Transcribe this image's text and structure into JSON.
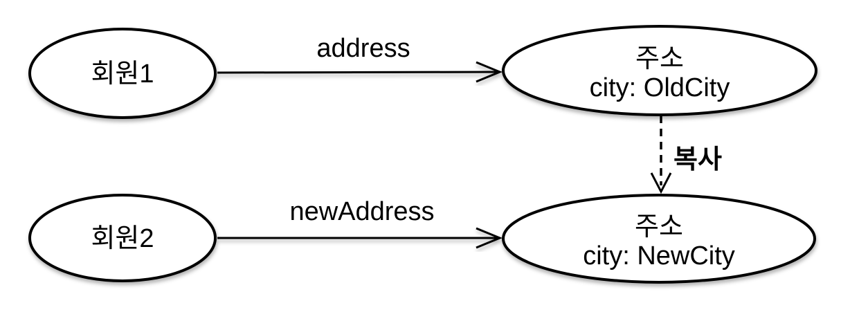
{
  "diagram": {
    "colors": {
      "background": "#ffffff",
      "node_fill": "#ffffff",
      "stroke": "#000000",
      "text": "#000000"
    },
    "nodes": [
      {
        "id": "member1",
        "label": "회원1"
      },
      {
        "id": "member2",
        "label": "회원2"
      },
      {
        "id": "address-old",
        "label_line1": "주소",
        "label_line2": "city: OldCity"
      },
      {
        "id": "address-new",
        "label_line1": "주소",
        "label_line2": "city: NewCity"
      }
    ],
    "edges": [
      {
        "id": "address-edge",
        "label": "address",
        "from": "member1",
        "to": "address-old",
        "style": "solid"
      },
      {
        "id": "new-address-edge",
        "label": "newAddress",
        "from": "member2",
        "to": "address-new",
        "style": "solid"
      },
      {
        "id": "copy-edge",
        "label": "복사",
        "from": "address-old",
        "to": "address-new",
        "style": "dashed"
      }
    ]
  }
}
